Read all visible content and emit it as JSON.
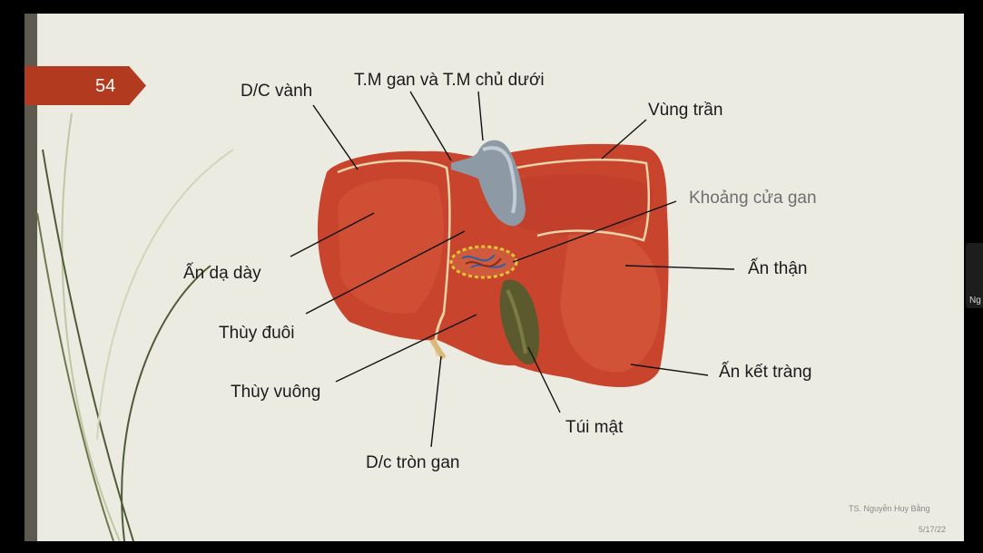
{
  "slide": {
    "number": "54",
    "author": "TS. Nguyễn Huy Bằng",
    "date": "5/17/22"
  },
  "labels": {
    "coronary_ligament": "D/C vành",
    "hepatic_and_ivc": "T.M gan và T.M chủ dưới",
    "bare_area": "Vùng trần",
    "porta_hepatis": "Khoảng cửa gan",
    "gastric_impression": "Ấn dạ dày",
    "renal_impression": "Ấn thận",
    "caudate_lobe": "Thùy đuôi",
    "quadrate_lobe": "Thùy vuông",
    "colic_impression": "Ấn kết tràng",
    "gallbladder": "Túi mật",
    "round_ligament": "D/c tròn gan"
  },
  "side_panel": {
    "text": "Ng"
  },
  "colors": {
    "slide_background": "#ecebe2",
    "badge": "#b23a1f",
    "liver": "#c8442c",
    "gallbladder": "#5b5a2e",
    "vein": "#8d9aa6",
    "porta_outline": "#e2c531"
  },
  "icons": [
    "slide-number-arrow-badge",
    "liver-illustration",
    "decorative-curves"
  ]
}
